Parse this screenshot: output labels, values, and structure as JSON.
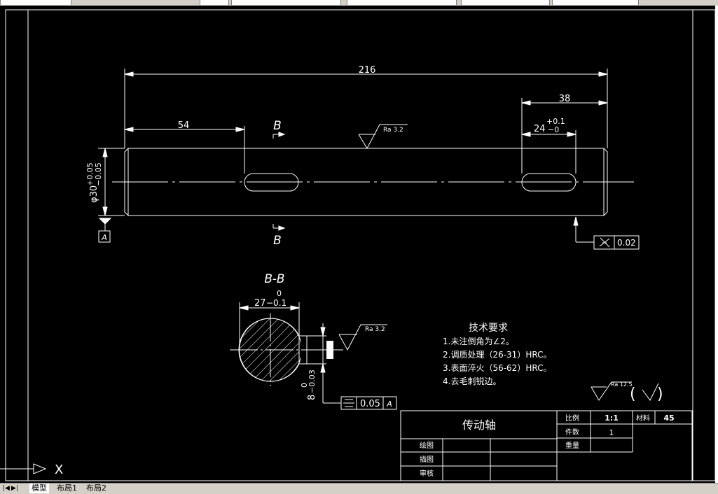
{
  "tabs": [
    {
      "label": "模型",
      "active": true
    },
    {
      "label": "布局1",
      "active": false
    },
    {
      "label": "布局2",
      "active": false
    }
  ],
  "ucs_axis_label": "X",
  "drawing": {
    "dims": {
      "overall_length": "216",
      "left_keyway_pos": "54",
      "right_keyway_pos": "38",
      "keyway_length": "24",
      "keyway_length_upper_tol": "+0.1",
      "keyway_length_lower_tol": "−0",
      "diameter_prefix": "φ30",
      "diameter_upper_tol": "+0.05",
      "diameter_lower_tol": "−0.05",
      "section_depth": "27",
      "section_depth_tol": "−0.1",
      "section_depth_upper": "0",
      "key_width": "8",
      "key_width_tol": "−0.03",
      "key_width_upper": "0"
    },
    "section_marker": "B",
    "section_title": "B-B",
    "datum": "A",
    "runout_value": "0.02",
    "symmetry_value": "0.05",
    "roughness_surface": "Ra 3.2",
    "roughness_keyway": "Ra 3.2",
    "roughness_general": "Ra 12.5",
    "tech_requirements": {
      "title": "技术要求",
      "items": [
        "1.未注倒角为∠2。",
        "2.调质处理（26-31）HRC。",
        "3.表面淬火（56-62）HRC。",
        "4.去毛刺锐边。"
      ]
    }
  },
  "title_block": {
    "part_name": "传动轴",
    "scale_label": "比例",
    "scale_value": "1:1",
    "material_label": "材料",
    "material_value": "45",
    "count_label": "件数",
    "count_value": "1",
    "weight_label": "重量",
    "drawn_label": "绘图",
    "traced_label": "描图",
    "checked_label": "审核"
  }
}
